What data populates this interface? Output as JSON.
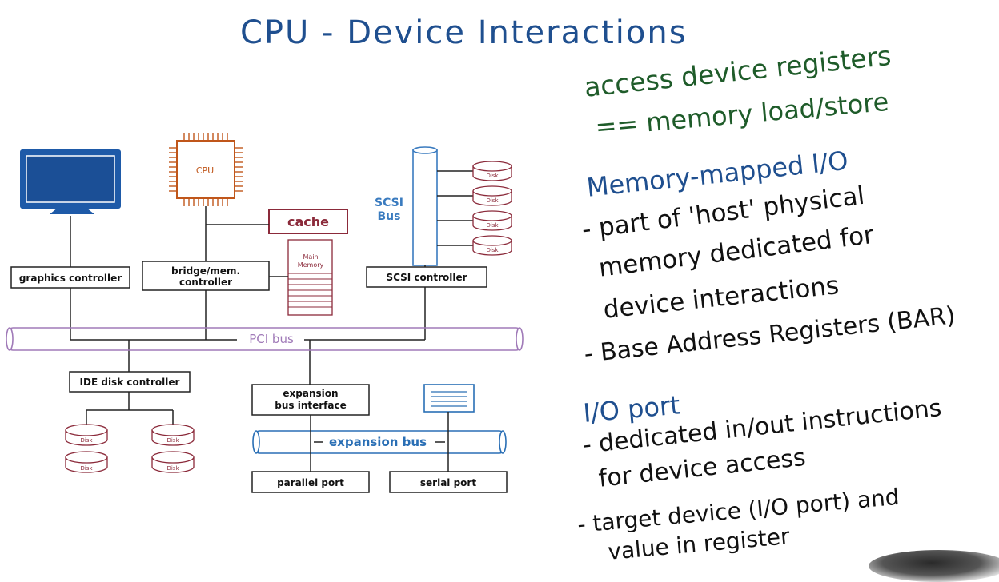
{
  "title": "CPU - Device Interactions",
  "diagram": {
    "cpu": "CPU",
    "cache": "cache",
    "main_memory_line1": "Main",
    "main_memory_line2": "Memory",
    "scsi_bus_line1": "SCSI",
    "scsi_bus_line2": "Bus",
    "graphics_controller": "graphics controller",
    "bridge_line1": "bridge/mem.",
    "bridge_line2": "controller",
    "scsi_controller": "SCSI controller",
    "pci_bus": "PCI bus",
    "ide_controller": "IDE disk controller",
    "expansion_interface_line1": "expansion",
    "expansion_interface_line2": "bus interface",
    "expansion_bus": "expansion bus",
    "parallel_port": "parallel port",
    "serial_port": "serial port",
    "disk": "Disk"
  },
  "notes": {
    "access_line1": "access device registers",
    "access_line2": "== memory load/store",
    "mmio_heading": "Memory-mapped I/O",
    "mmio_item1_line1": "- part of 'host' physical",
    "mmio_item1_line2": "memory dedicated for",
    "mmio_item1_line3": "device interactions",
    "mmio_item2": "- Base Address Registers (BAR)",
    "ioport_heading": "I/O port",
    "ioport_item1_line1": "- dedicated in/out instructions",
    "ioport_item1_line2": "for device access",
    "ioport_item2_line1": "- target device (I/O port) and",
    "ioport_item2_line2": "value in register"
  },
  "colors": {
    "title": "#1f4f8f",
    "green_ink": "#1f5c2a",
    "monitor": "#1e5aa8",
    "cpu": "#c0561a",
    "cache": "#8b2a3a",
    "scsi_bus": "#3a7bbf",
    "pci_bus": "#a07ab8",
    "expansion_bus": "#2a6fb5"
  }
}
